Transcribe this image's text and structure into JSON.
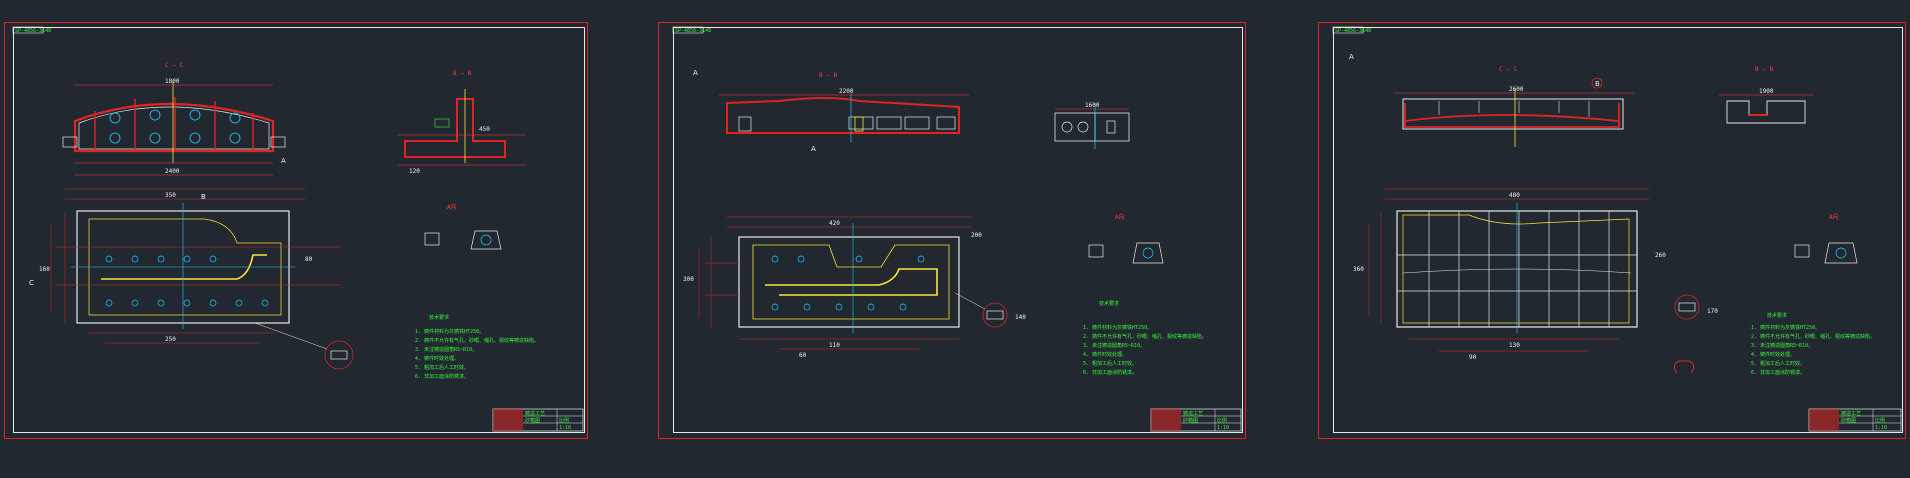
{
  "sheets": [
    {
      "tag": "SP-4856-3148",
      "section_top": "C — C",
      "section_side": "B — B",
      "view_label": "A向",
      "callouts": [
        "A",
        "B",
        "C"
      ],
      "dims": [
        "2400",
        "1800",
        "450",
        "120",
        "350",
        "250",
        "160",
        "80"
      ],
      "notes_title": "技术要求",
      "notes": [
        "1. 铸件材料为灰铸铁HT250。",
        "2. 铸件不允许有气孔、砂眼、缩孔、裂纹等铸造缺陷。",
        "3. 未注铸造圆角R5~R10。",
        "4. 铸件时效处理。",
        "5. 粗加工后人工时效。",
        "6. 非加工面涂防锈漆。"
      ],
      "title_block": [
        "铸造工艺",
        "砂箱图",
        "比例",
        "1:10"
      ]
    },
    {
      "tag": "SP-4856-3148",
      "section_top": "B — B",
      "view_label": "A向",
      "callouts": [
        "A",
        "A"
      ],
      "dims": [
        "2200",
        "1600",
        "420",
        "110",
        "300",
        "200",
        "140",
        "60"
      ],
      "notes_title": "技术要求",
      "notes": [
        "1. 铸件材料为灰铸铁HT250。",
        "2. 铸件不允许有气孔、砂眼、缩孔、裂纹等铸造缺陷。",
        "3. 未注铸造圆角R5~R10。",
        "4. 铸件时效处理。",
        "5. 粗加工后人工时效。",
        "6. 非加工面涂防锈漆。"
      ],
      "title_block": [
        "铸造工艺",
        "砂箱图",
        "比例",
        "1:10"
      ]
    },
    {
      "tag": "SP-4856-3148",
      "section_top": "C — C",
      "section_side": "B — B",
      "view_label": "A向",
      "callouts": [
        "A",
        "B"
      ],
      "dims": [
        "2600",
        "1900",
        "480",
        "130",
        "360",
        "260",
        "170",
        "90"
      ],
      "notes_title": "技术要求",
      "notes": [
        "1. 铸件材料为灰铸铁HT250。",
        "2. 铸件不允许有气孔、砂眼、缩孔、裂纹等铸造缺陷。",
        "3. 未注铸造圆角R5~R10。",
        "4. 铸件时效处理。",
        "5. 粗加工后人工时效。",
        "6. 非加工面涂防锈漆。"
      ],
      "title_block": [
        "铸造工艺",
        "砂箱图",
        "比例",
        "1:10"
      ]
    }
  ],
  "colors": {
    "background": "#212830",
    "frame": "#e02424",
    "outline": "#e8e8e8",
    "dimension": "#ff3b3b",
    "annotation": "#3cf23c",
    "section": "#ffe23c",
    "centerline": "#24c8ff"
  }
}
